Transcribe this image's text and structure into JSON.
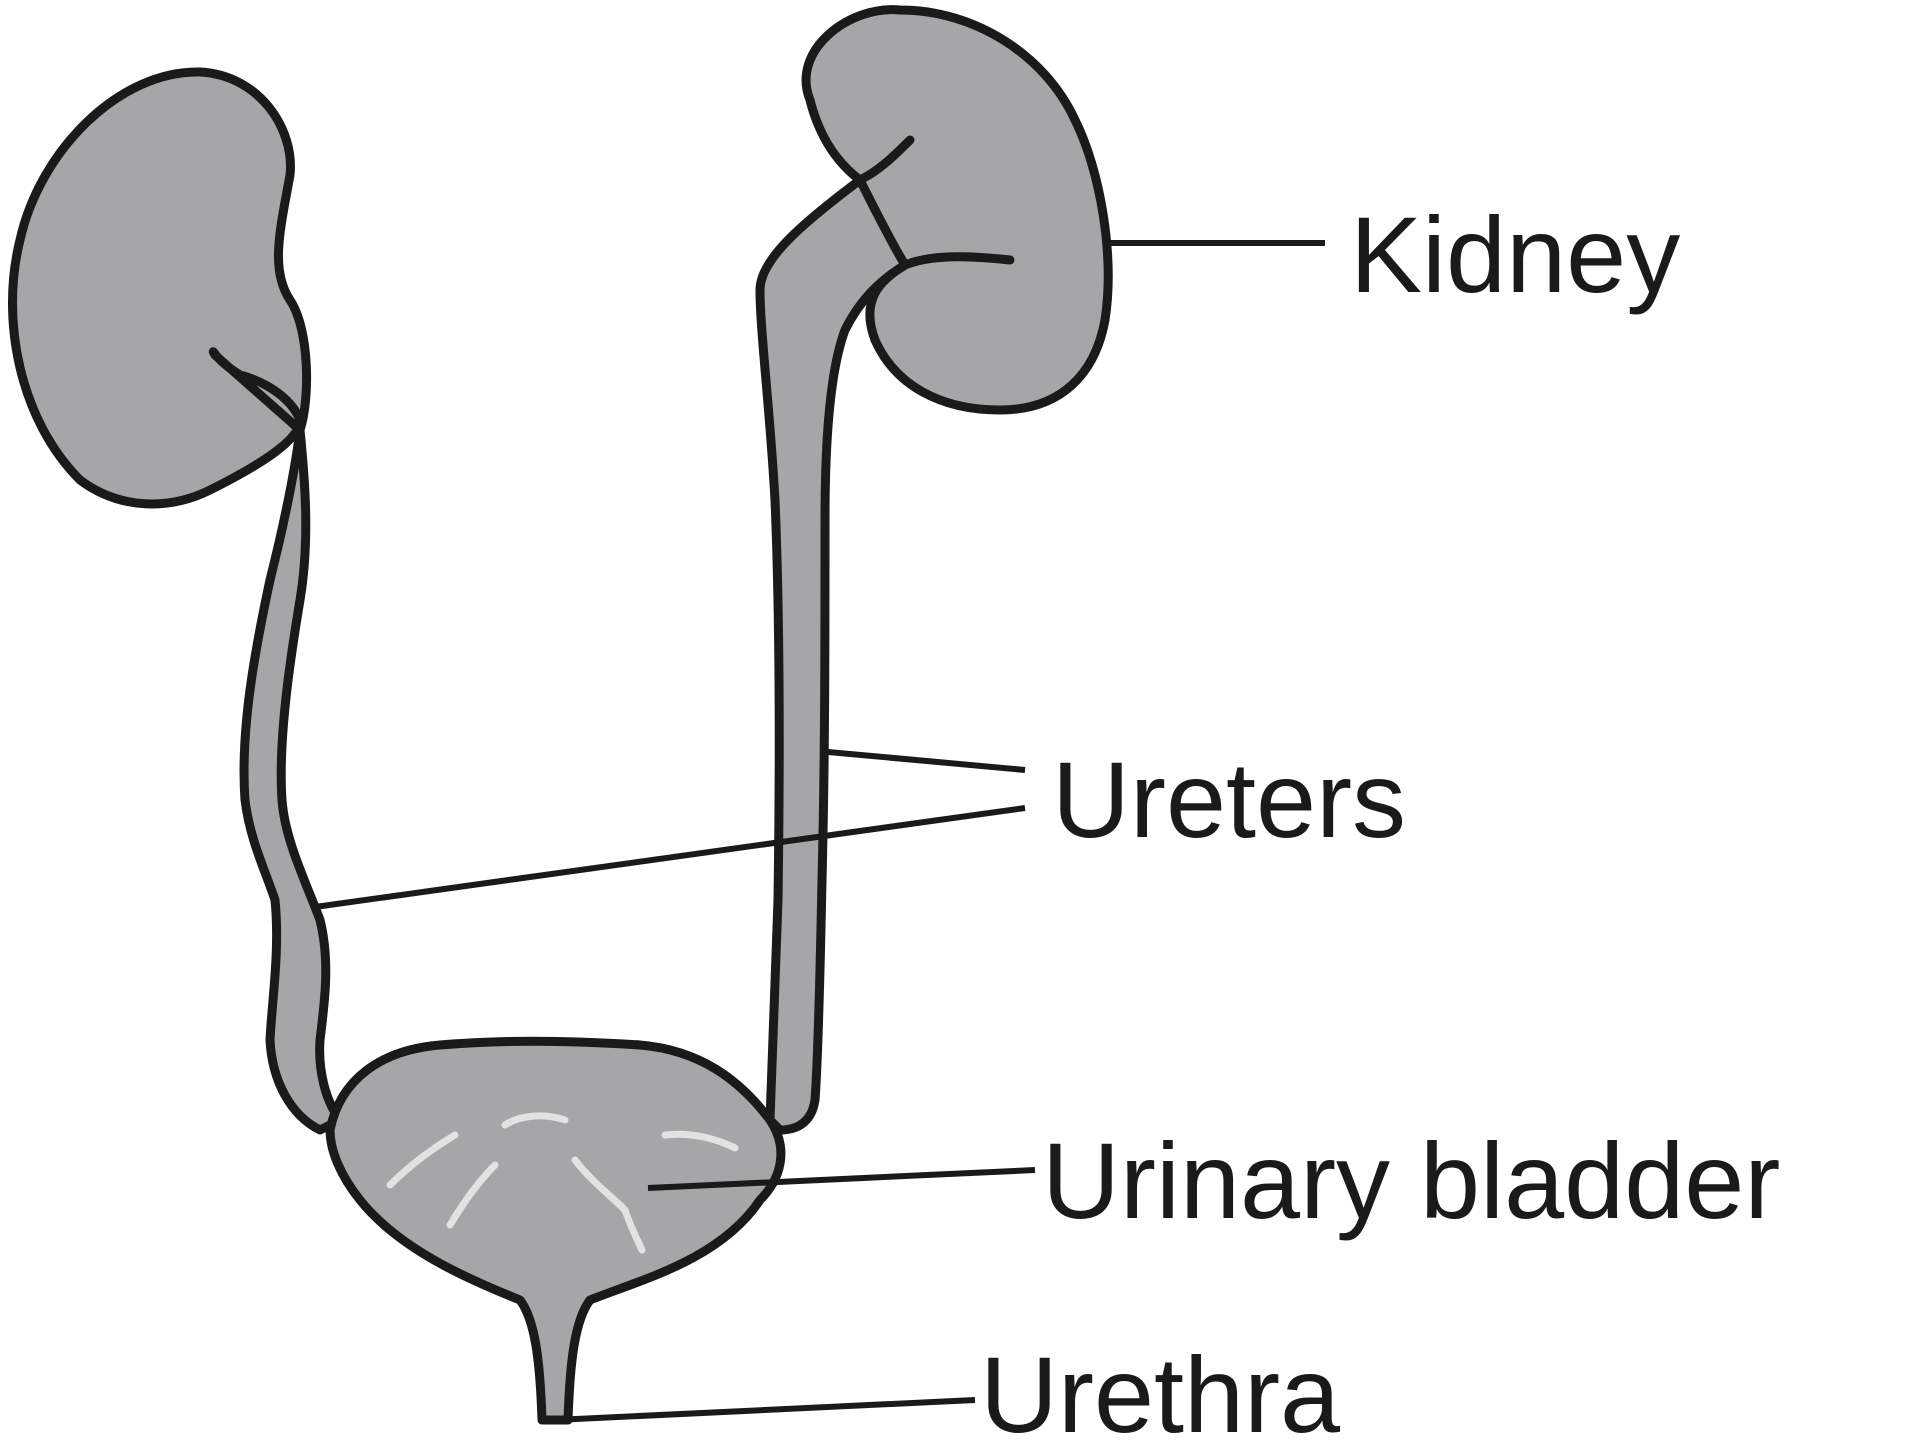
{
  "labels": {
    "kidney": "Kidney",
    "ureters": "Ureters",
    "bladder": "Urinary bladder",
    "urethra": "Urethra"
  },
  "colors": {
    "organ_fill": "#a6a6a8",
    "outline": "#1a1a1a",
    "bladder_folds": "#e2e2e2",
    "background": "#ffffff"
  }
}
